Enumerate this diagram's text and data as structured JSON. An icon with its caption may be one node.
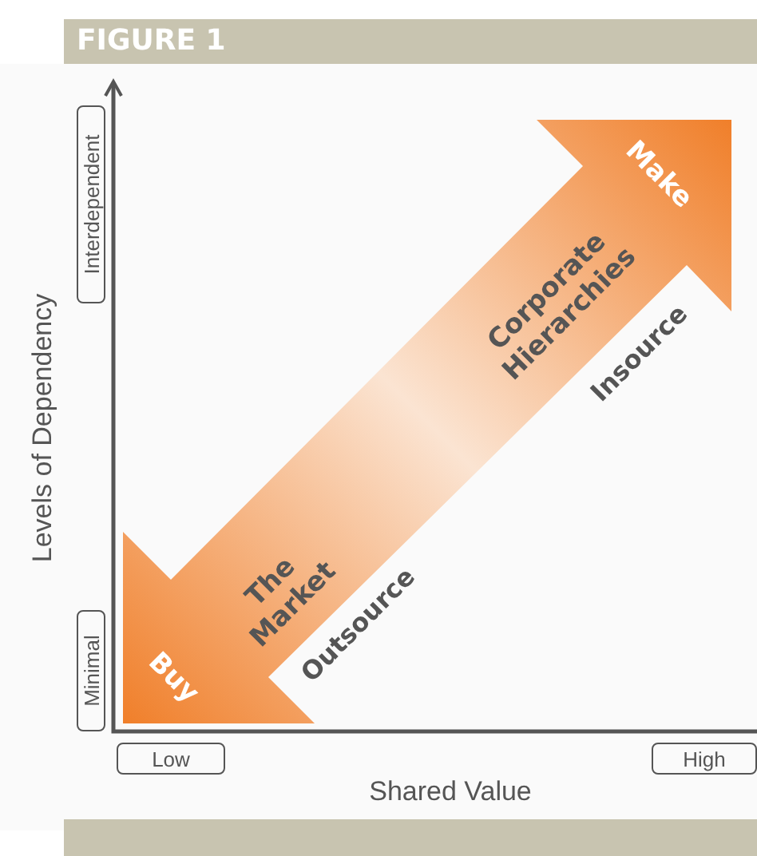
{
  "diagram": {
    "title": "FIGURE 1",
    "nodes": [
      {
        "text": [
          "Make",
          "Corporate Hierarchies",
          "The Market",
          "Buy"
        ]
      }
    ],
    "labels": [
      "Levels of Dependency",
      "Interdependent",
      "Minimal",
      "Insource",
      "Outsource",
      "Low",
      "High",
      "Shared Value"
    ]
  }
}
